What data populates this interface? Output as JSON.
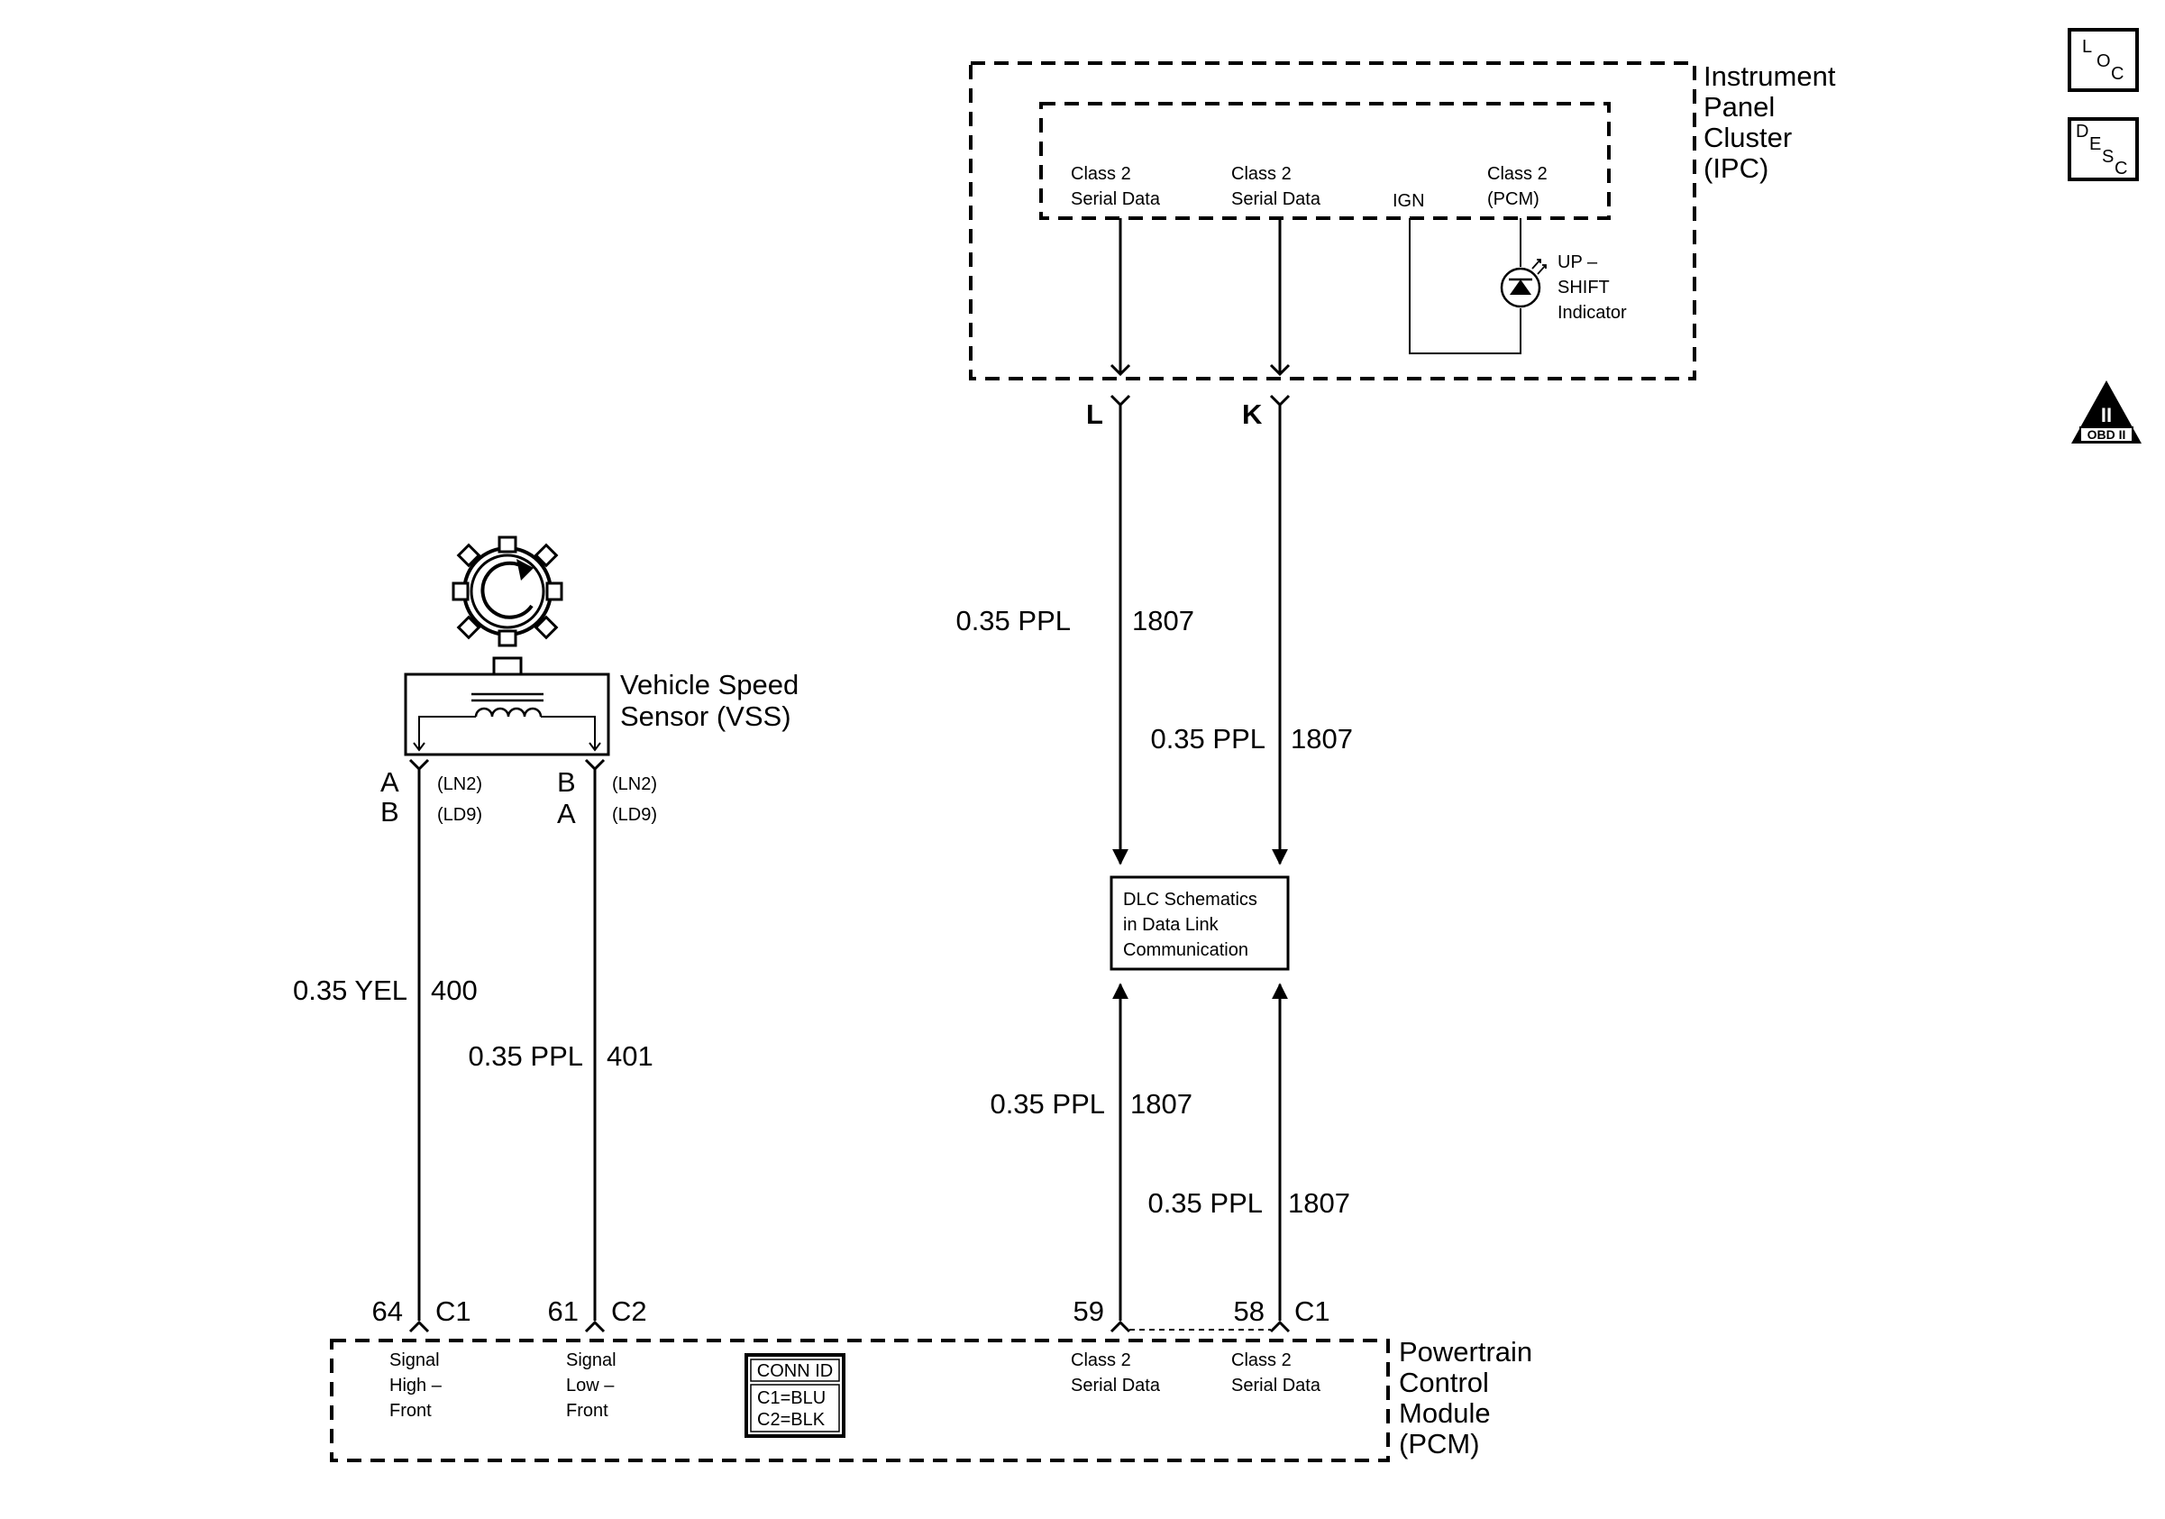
{
  "ipc": {
    "title_lines": [
      "Instrument",
      "Panel",
      "Cluster",
      "(IPC)"
    ],
    "pin_l_lines": [
      "Class 2",
      "Serial Data"
    ],
    "pin_k_lines": [
      "Class 2",
      "Serial Data"
    ],
    "ign": "IGN",
    "pcm_pin_lines": [
      "Class 2",
      "(PCM)"
    ],
    "upshift_lines": [
      "UP –",
      "SHIFT",
      "Indicator"
    ],
    "conn_l": "L",
    "conn_k": "K"
  },
  "wires": {
    "l_upper": {
      "gauge": "0.35 PPL",
      "circuit": "1807"
    },
    "k_upper": {
      "gauge": "0.35 PPL",
      "circuit": "1807"
    },
    "l_lower": {
      "gauge": "0.35 PPL",
      "circuit": "1807"
    },
    "k_lower": {
      "gauge": "0.35 PPL",
      "circuit": "1807"
    },
    "vss_high": {
      "gauge": "0.35 YEL",
      "circuit": "400"
    },
    "vss_low": {
      "gauge": "0.35 PPL",
      "circuit": "401"
    }
  },
  "dlc": {
    "lines": [
      "DLC Schematics",
      "in Data Link",
      "Communication"
    ]
  },
  "vss": {
    "title_lines": [
      "Vehicle Speed",
      "Sensor (VSS)"
    ],
    "left_pins": [
      "A",
      "B"
    ],
    "right_pins": [
      "B",
      "A"
    ],
    "variants": [
      "(LN2)",
      "(LD9)"
    ]
  },
  "pcm": {
    "title_lines": [
      "Powertrain",
      "Control",
      "Module",
      "(PCM)"
    ],
    "pin64": "64",
    "conn64": "C1",
    "pin61": "61",
    "conn61": "C2",
    "pin59": "59",
    "pin58": "58",
    "conn58": "C1",
    "signal_high_lines": [
      "Signal",
      "High –",
      "Front"
    ],
    "signal_low_lines": [
      "Signal",
      "Low –",
      "Front"
    ],
    "pin59_lines": [
      "Class 2",
      "Serial Data"
    ],
    "pin58_lines": [
      "Class 2",
      "Serial Data"
    ],
    "conn_id": {
      "title": "CONN ID",
      "c1": "C1=BLU",
      "c2": "C2=BLK"
    }
  },
  "icons": {
    "loc": {
      "a": "L",
      "b": "O",
      "c": "C"
    },
    "desc": {
      "a": "D",
      "b": "E",
      "c": "S",
      "d": "C"
    },
    "obd": {
      "top": "II",
      "bottom": "OBD II"
    }
  }
}
